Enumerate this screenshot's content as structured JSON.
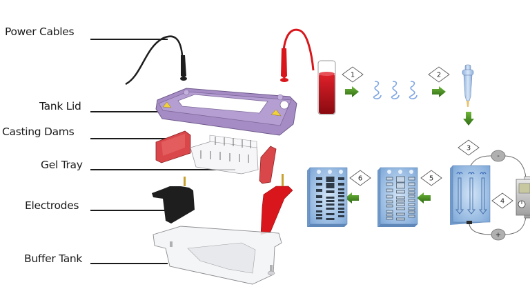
{
  "diagram": {
    "title": "Gel Electrophoresis Apparatus and Workflow",
    "parts": [
      {
        "id": "power-cables",
        "label": "Power Cables"
      },
      {
        "id": "tank-lid",
        "label": "Tank Lid"
      },
      {
        "id": "casting-dams",
        "label": "Casting Dams"
      },
      {
        "id": "gel-tray",
        "label": "Gel Tray"
      },
      {
        "id": "electrodes",
        "label": "Electrodes"
      },
      {
        "id": "buffer-tank",
        "label": "Buffer Tank"
      }
    ],
    "workflow_steps": [
      {
        "number": "1",
        "from": "blood-sample-tube",
        "to": "dna-strands"
      },
      {
        "number": "2",
        "from": "dna-strands",
        "to": "pipette"
      },
      {
        "number": "3",
        "from": "pipette",
        "to": "gel-loaded"
      },
      {
        "number": "4",
        "from": "power-supply",
        "to": "gel-running"
      },
      {
        "number": "5",
        "from": "gel-running",
        "to": "gel-separated"
      },
      {
        "number": "6",
        "from": "gel-separated",
        "to": "gel-stained"
      }
    ],
    "electrode_signs": {
      "negative": "-",
      "positive": "+"
    },
    "colors": {
      "lid": "#a58cc4",
      "dams": "#d9474a",
      "red_cable": "#d8161b",
      "black_cable": "#1e1e1e",
      "arrow": "#3f8a1e",
      "gel": "#8fb6e3",
      "blood": "#b8101a"
    }
  }
}
